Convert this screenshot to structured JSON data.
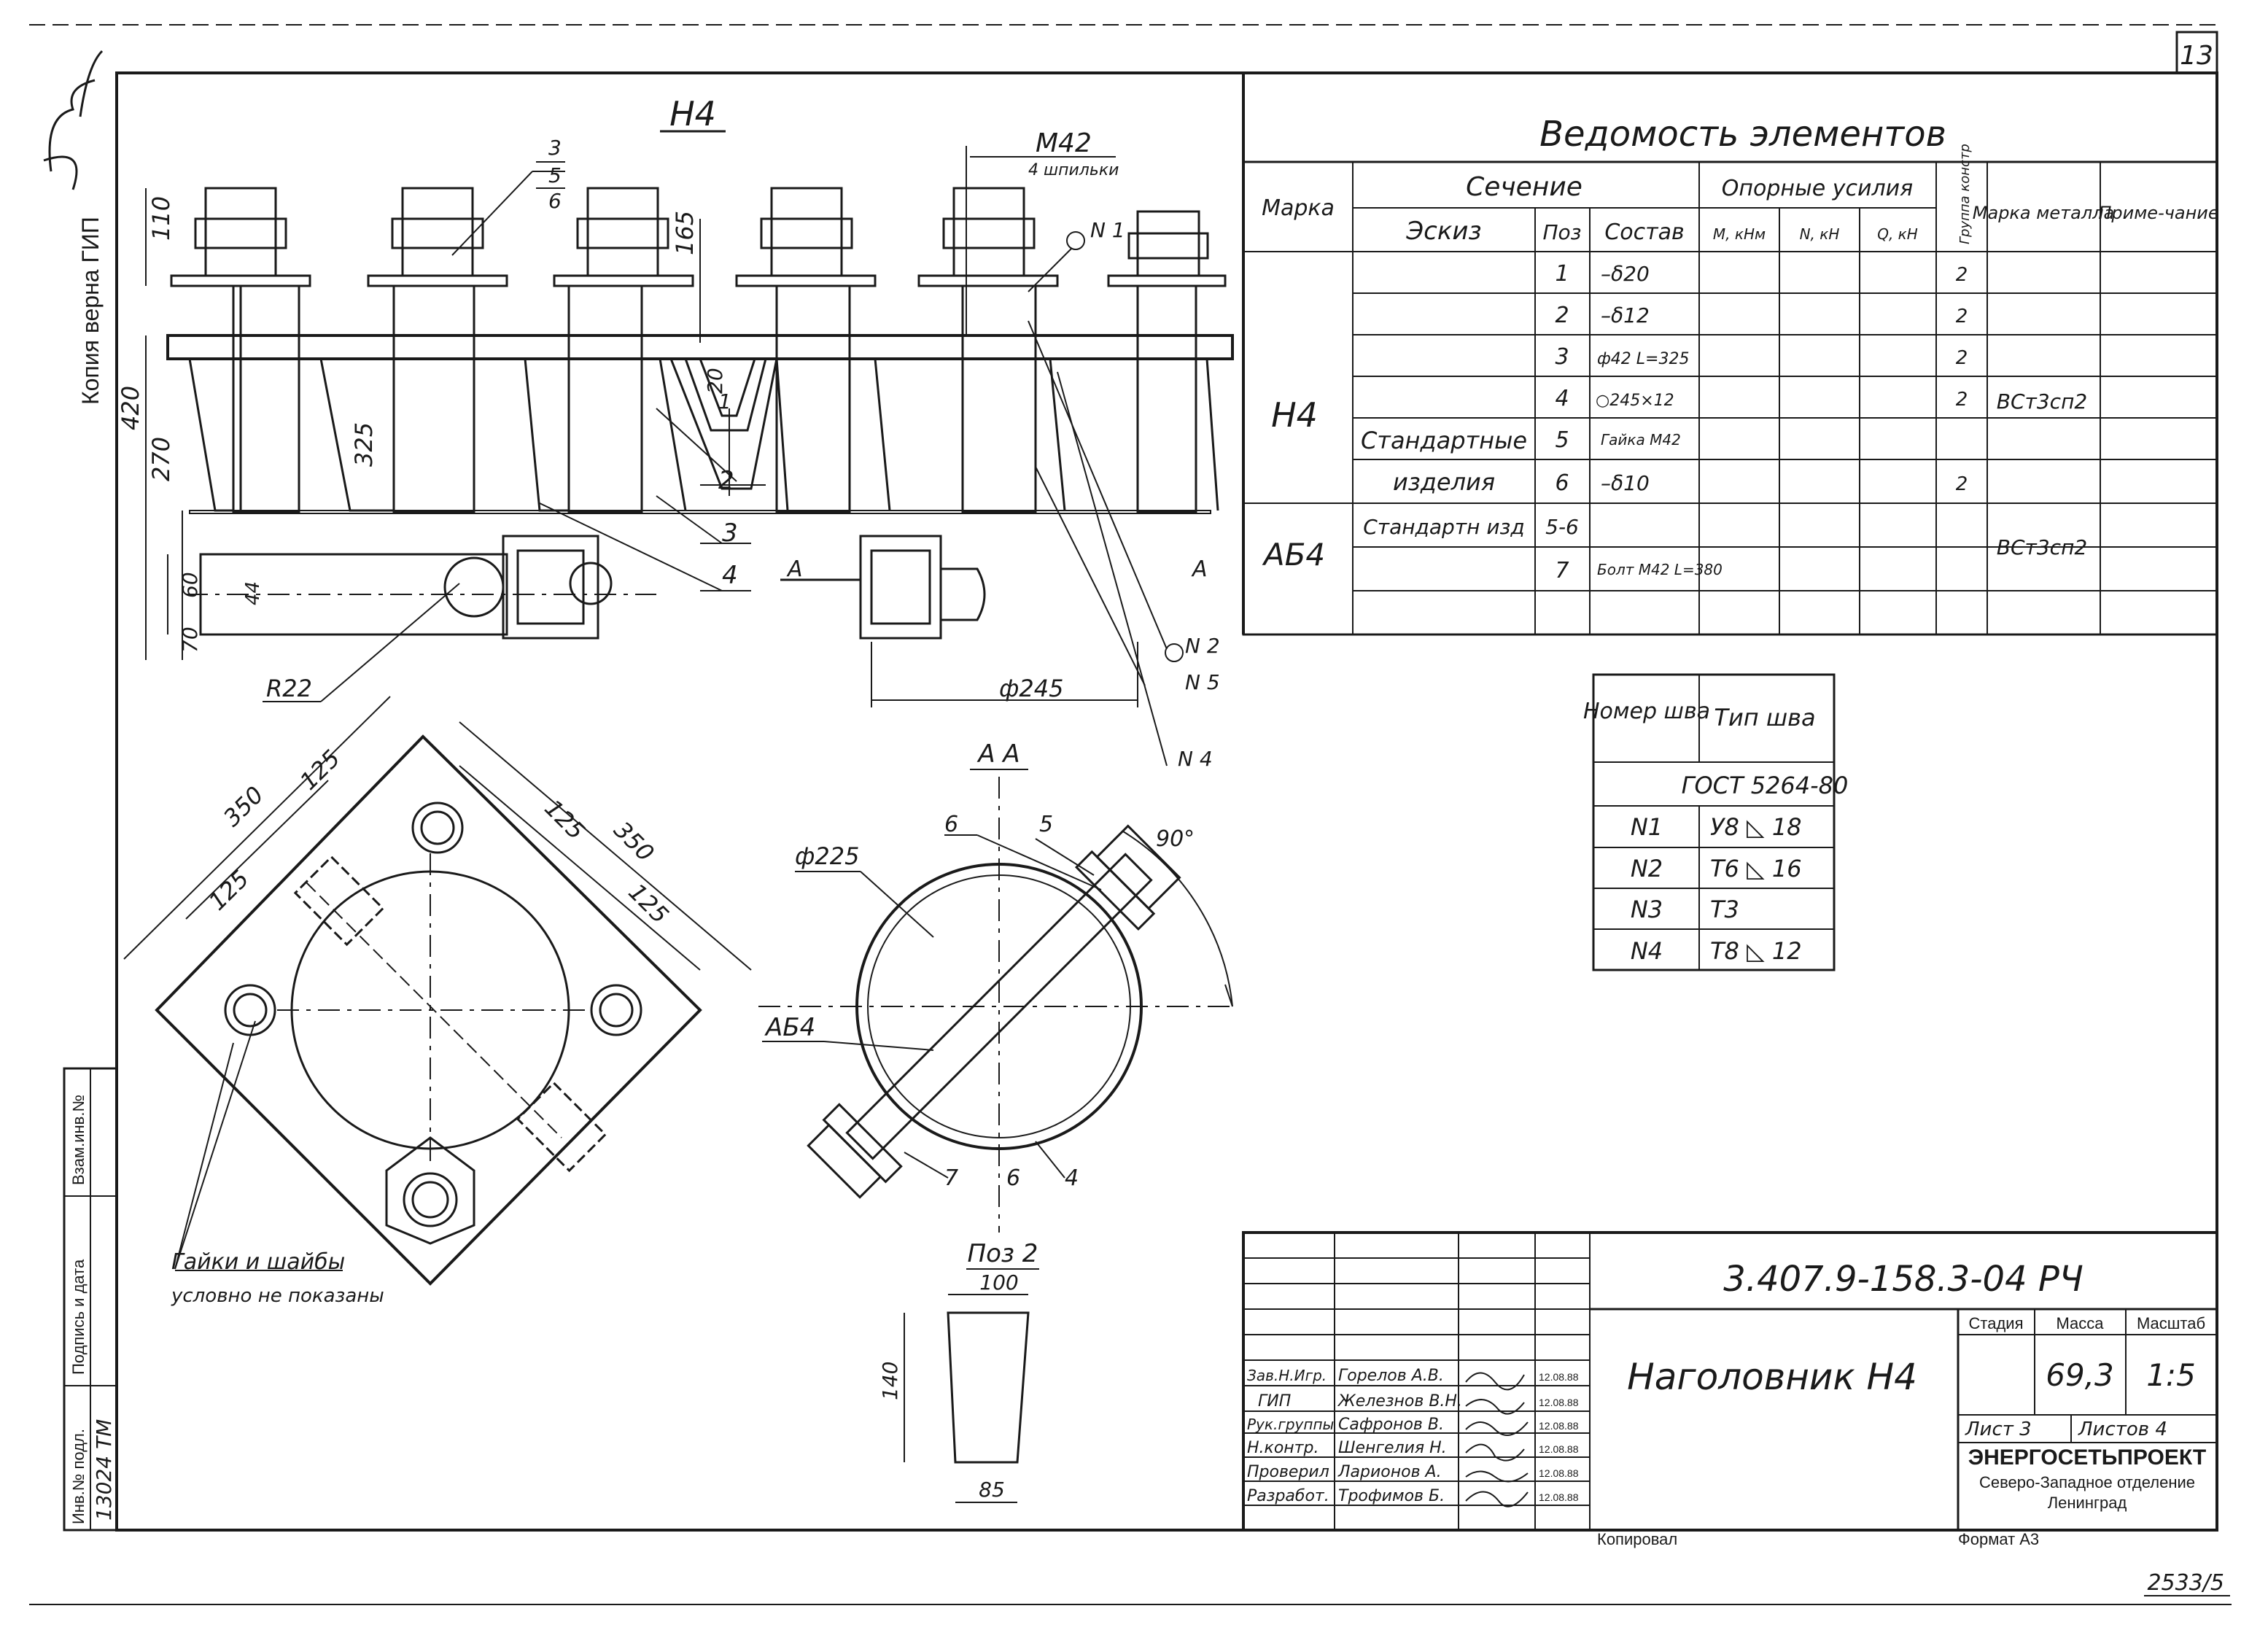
{
  "sheet": {
    "page_number": "13",
    "sheet_ref": "2533/5",
    "copy_note": "Копия верна  ГИП",
    "margin_labels": [
      "Инв.№ подл.",
      "Подпись и дата",
      "Взам.инв.№"
    ],
    "inv_number": "13024 ТМ",
    "copied_label": "Копировал",
    "format_label": "Формат А3"
  },
  "views": {
    "front_title": "Н4",
    "section_title": "А А",
    "part_title": "Поз 2",
    "front_dims": {
      "bolt_spec": "М42",
      "bolt_count": "4 шпильки",
      "h110": "110",
      "h420": "420",
      "h270": "270",
      "h165": "165",
      "h325": "325",
      "h20": "20",
      "h60": "60",
      "h70": "70",
      "h44": "44",
      "radius": "R22",
      "diameter": "ф245",
      "section_mark": "А"
    },
    "front_callouts": [
      "3",
      "5",
      "6",
      "1",
      "2",
      "3",
      "4"
    ],
    "weld_marks": [
      "N 1",
      "N 2",
      "N 5",
      "N 4"
    ],
    "plan_dims": [
      "350",
      "125",
      "125",
      "125",
      "350",
      "125"
    ],
    "plan_note": [
      "Гайки и шайбы",
      "условно не показаны"
    ],
    "section_dims": {
      "diameter": "ф225",
      "angle": "90°",
      "label_ab": "АБ4",
      "callouts": [
        "6",
        "5",
        "7",
        "6",
        "4"
      ]
    },
    "part_dims": {
      "top": "100",
      "height": "140",
      "bottom": "85"
    }
  },
  "elements_table": {
    "title": "Ведомость  элементов",
    "headers": {
      "mark": "Марка",
      "section": "Сечение",
      "sketch": "Эскиз",
      "pos": "Поз",
      "composition": "Состав",
      "forces": "Опорные усилия",
      "m": "М, кНм",
      "n": "N, кН",
      "q": "Q, кН",
      "group": "Группа констр",
      "metal": "Марка металла",
      "note": "Приме-чание"
    },
    "rows": [
      {
        "mark": "",
        "sketch": "",
        "pos": "1",
        "comp": "–δ20",
        "group": "2",
        "metal": ""
      },
      {
        "mark": "",
        "sketch": "",
        "pos": "2",
        "comp": "–δ12",
        "group": "2",
        "metal": ""
      },
      {
        "mark": "",
        "sketch": "",
        "pos": "3",
        "comp": "ф42 L=325",
        "group": "2",
        "metal": ""
      },
      {
        "mark": "Н4",
        "sketch": "",
        "pos": "4",
        "comp": "○245×12",
        "group": "2",
        "metal": "ВСт3сп2"
      },
      {
        "mark": "",
        "sketch": "Стандартные",
        "pos": "5",
        "comp": "Гайка М42",
        "group": "",
        "metal": ""
      },
      {
        "mark": "",
        "sketch": "изделия",
        "pos": "6",
        "comp": "–δ10",
        "group": "2",
        "metal": ""
      },
      {
        "mark": "",
        "sketch": "Стандартн изд",
        "pos": "5-6",
        "comp": "",
        "group": "",
        "metal": ""
      },
      {
        "mark": "АБ4",
        "sketch": "",
        "pos": "7",
        "comp": "Болт М42 L=380",
        "group": "",
        "metal": "ВСт3сп2"
      },
      {
        "mark": "",
        "sketch": "",
        "pos": "",
        "comp": "",
        "group": "",
        "metal": ""
      }
    ]
  },
  "weld_table": {
    "headers": {
      "num": "Номер шва",
      "type": "Тип шва"
    },
    "standard": "ГОСТ 5264-80",
    "rows": [
      {
        "num": "N1",
        "type": "У8 ◺ 18"
      },
      {
        "num": "N2",
        "type": "Т6 ◺ 16"
      },
      {
        "num": "N3",
        "type": "Т3"
      },
      {
        "num": "N4",
        "type": "Т8 ◺ 12"
      }
    ]
  },
  "title_block": {
    "doc_code": "3.407.9-158.3-04 РЧ",
    "name": "Наголовник  Н4",
    "stage_label": "Стадия",
    "mass_label": "Масса",
    "scale_label": "Масштаб",
    "mass": "69,3",
    "scale": "1:5",
    "sheet_label": "Лист 3",
    "sheets_label": "Листов 4",
    "org": "ЭНЕРГОСЕТЬПРОЕКТ",
    "org_sub1": "Северо-Западное отделение",
    "org_sub2": "Ленинград",
    "signers": [
      {
        "role": "Зав.Н.Игр.",
        "name": "Горелов А.В.",
        "date": "12.08.88"
      },
      {
        "role": "ГИП",
        "name": "Железнов В.Н.",
        "date": "12.08.88"
      },
      {
        "role": "Рук.группы",
        "name": "Сафронов В.",
        "date": "12.08.88"
      },
      {
        "role": "Н.контр.",
        "name": "Шенгелия Н.",
        "date": "12.08.88"
      },
      {
        "role": "Проверил",
        "name": "Ларионов А.",
        "date": "12.08.88"
      },
      {
        "role": "Разработ.",
        "name": "Трофимов Б.",
        "date": "12.08.88"
      }
    ]
  }
}
